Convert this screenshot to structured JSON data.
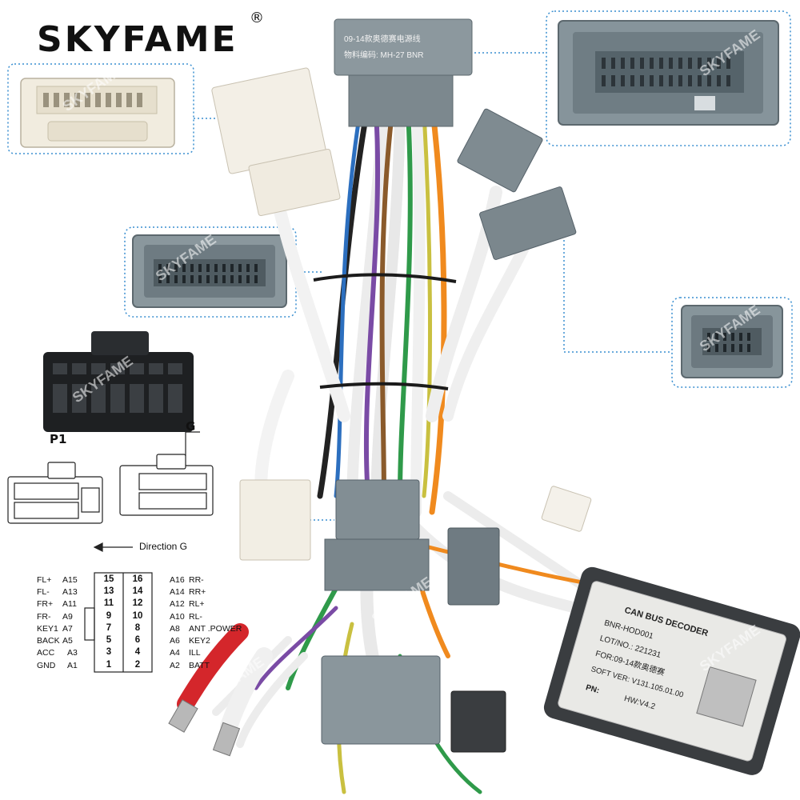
{
  "brand": {
    "name": "SKYFAME",
    "trademark": "®",
    "watermark": "SKYFAME"
  },
  "harness_label": {
    "line1": "09-14款奥德赛电源线",
    "line2": "物料编码: MH-27 BNR"
  },
  "connector_diagram": {
    "label_p1": "P1",
    "label_g": "G",
    "direction": "Direction G"
  },
  "pinout": {
    "left": [
      {
        "name": "FL+",
        "code": "A15"
      },
      {
        "name": "FL-",
        "code": "A13"
      },
      {
        "name": "FR+",
        "code": "A11"
      },
      {
        "name": "FR-",
        "code": "A9"
      },
      {
        "name": "KEY1",
        "code": "A7"
      },
      {
        "name": "BACK",
        "code": "A5"
      },
      {
        "name": "ACC",
        "code": "A3"
      },
      {
        "name": "GND",
        "code": "A1"
      }
    ],
    "right": [
      {
        "name": "RR-",
        "code": "A16"
      },
      {
        "name": "RR+",
        "code": "A14"
      },
      {
        "name": "RL+",
        "code": "A12"
      },
      {
        "name": "RL-",
        "code": "A10"
      },
      {
        "name": "ANT .POWER",
        "code": "A8"
      },
      {
        "name": "KEY2",
        "code": "A6"
      },
      {
        "name": "ILL",
        "code": "A4"
      },
      {
        "name": "BATT",
        "code": "A2"
      }
    ],
    "pins_left": [
      "15",
      "13",
      "11",
      "9",
      "7",
      "5",
      "3",
      "1"
    ],
    "pins_right": [
      "16",
      "14",
      "12",
      "10",
      "8",
      "6",
      "4",
      "2"
    ]
  },
  "decoder": {
    "title": "CAN BUS DECODER",
    "model": "BNR-HOD001",
    "lot": "LOT/NO.: 221231",
    "for": "FOR:09-14款奥德赛",
    "soft": "SOFT VER: V131.105.01.00",
    "pn": "PN:",
    "hw": "HW:V4.2"
  },
  "colors": {
    "connector_grey": "#7f8c93",
    "connector_white": "#f3efe6",
    "decoder_body": "#3a3d40",
    "rca_red": "#d4262b",
    "callout_line": "#3a8fd0"
  }
}
